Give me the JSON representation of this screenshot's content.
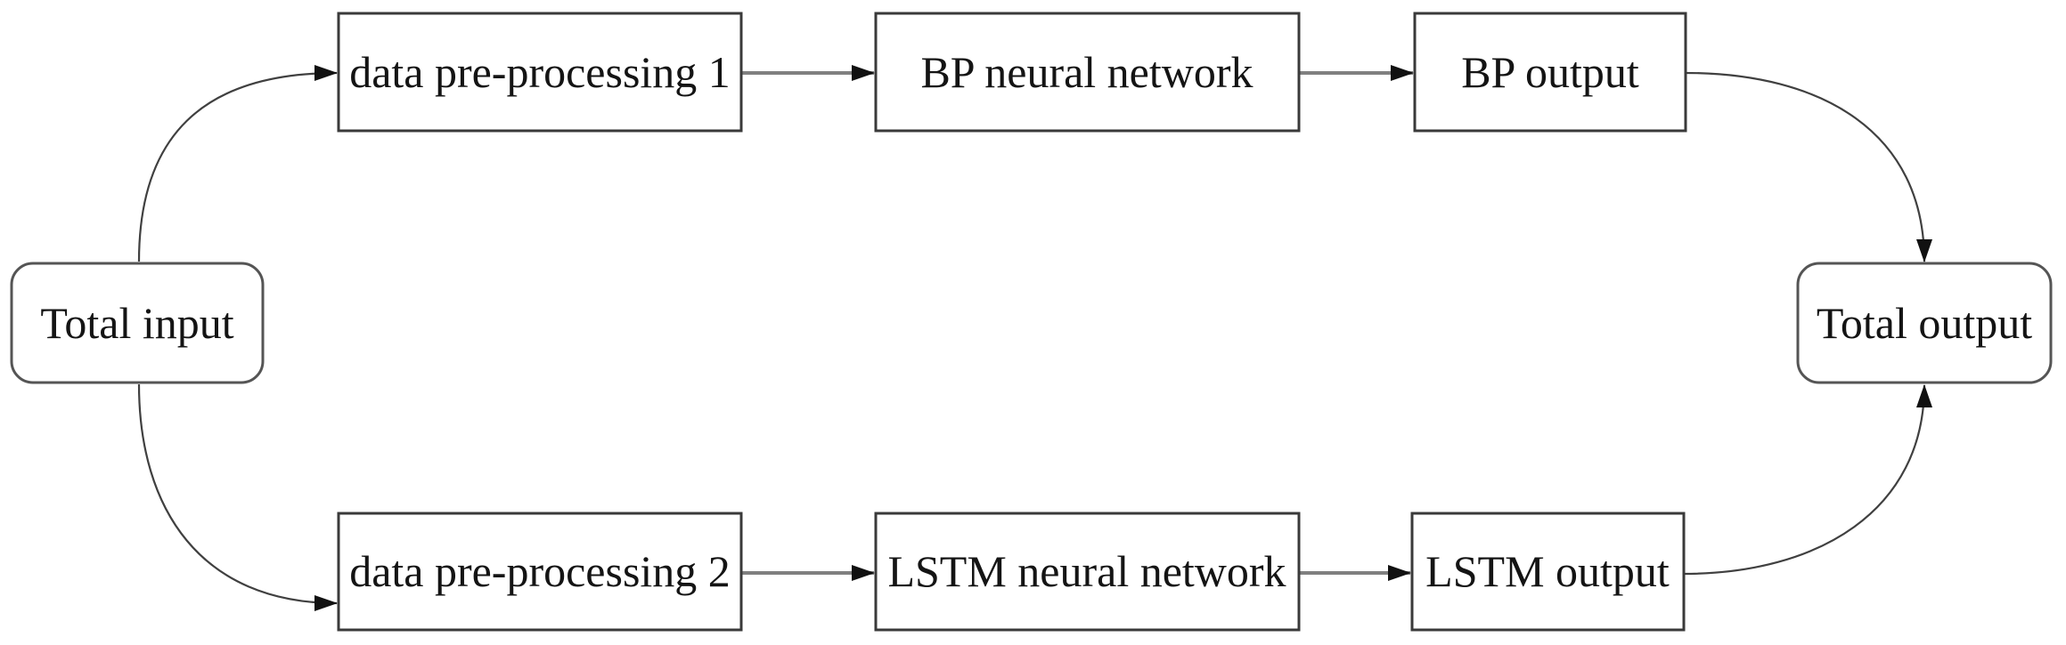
{
  "diagram": {
    "description": "Flowchart of a combined BP / LSTM neural network prediction model",
    "nodes": [
      {
        "id": "total-input",
        "label": "Total input",
        "shape": "rounded"
      },
      {
        "id": "data-pre-processing-1",
        "label": "data pre-processing 1",
        "shape": "rect"
      },
      {
        "id": "bp-neural-network",
        "label": "BP neural network",
        "shape": "rect"
      },
      {
        "id": "bp-output",
        "label": "BP output",
        "shape": "rect"
      },
      {
        "id": "data-pre-processing-2",
        "label": "data pre-processing 2",
        "shape": "rect"
      },
      {
        "id": "lstm-neural-network",
        "label": "LSTM neural network",
        "shape": "rect"
      },
      {
        "id": "lstm-output",
        "label": "LSTM output",
        "shape": "rect"
      },
      {
        "id": "total-output",
        "label": "Total output",
        "shape": "rounded"
      }
    ],
    "edges": [
      {
        "from": "total-input",
        "to": "data-pre-processing-1",
        "style": "curve"
      },
      {
        "from": "total-input",
        "to": "data-pre-processing-2",
        "style": "curve"
      },
      {
        "from": "data-pre-processing-1",
        "to": "bp-neural-network",
        "style": "straight"
      },
      {
        "from": "bp-neural-network",
        "to": "bp-output",
        "style": "straight"
      },
      {
        "from": "data-pre-processing-2",
        "to": "lstm-neural-network",
        "style": "straight"
      },
      {
        "from": "lstm-neural-network",
        "to": "lstm-output",
        "style": "straight"
      },
      {
        "from": "bp-output",
        "to": "total-output",
        "style": "curve"
      },
      {
        "from": "lstm-output",
        "to": "total-output",
        "style": "curve"
      }
    ],
    "colors": {
      "background": "#ffffff",
      "box_border": "#3a3a3a",
      "rounded_border": "#555555",
      "connector": "#808080",
      "curve": "#404040",
      "arrowhead": "#111111",
      "text": "#141414"
    }
  }
}
